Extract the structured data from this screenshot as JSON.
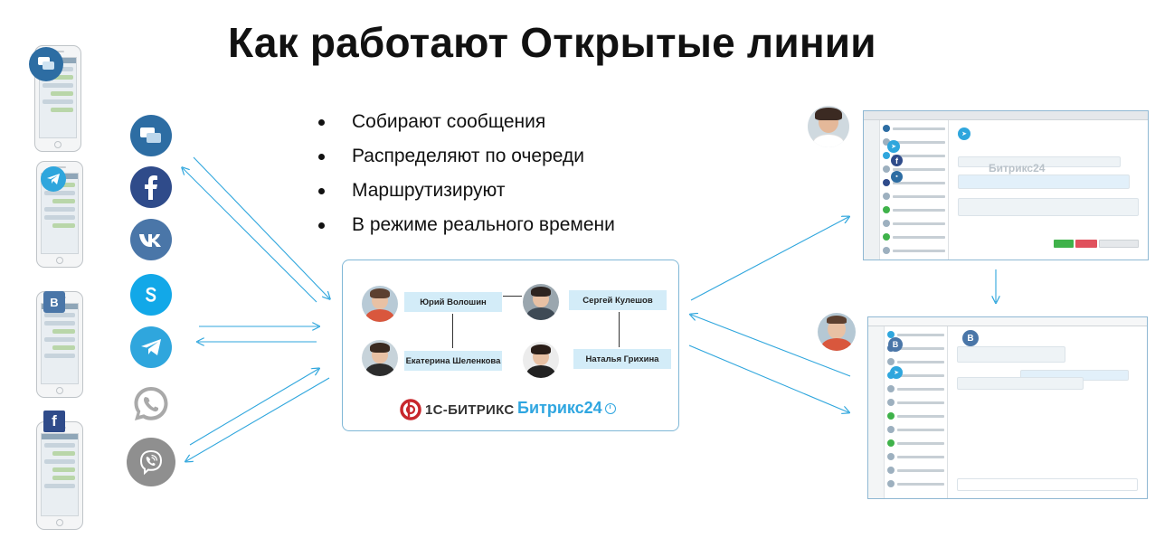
{
  "title": "Как работают Открытые линии",
  "bullets": [
    "Собирают сообщения",
    "Распределяют по очереди",
    "Маршрутизируют",
    "В режиме реального времени"
  ],
  "agents": [
    {
      "name": "Юрий Волошин"
    },
    {
      "name": "Сергей Кулешов"
    },
    {
      "name": "Екатерина Шеленкова"
    },
    {
      "name": "Наталья Грихина"
    }
  ],
  "logos": {
    "onec": "1С-БИТРИКС",
    "b24": "Битрикс24"
  },
  "channels": [
    {
      "icon": "open-chat-icon",
      "color": "#2d6da3"
    },
    {
      "icon": "facebook-icon",
      "color": "#2f4b8a"
    },
    {
      "icon": "vk-icon",
      "color": "#4a76a8"
    },
    {
      "icon": "skype-icon",
      "color": "#12a8e8"
    },
    {
      "icon": "telegram-icon",
      "color": "#2fa6dd"
    },
    {
      "icon": "whatsapp-icon",
      "color": "#a9a9a9"
    },
    {
      "icon": "viber-icon",
      "color": "#8f8f8f"
    }
  ],
  "phone_badges": [
    {
      "icon": "open-chat-icon",
      "color": "#2d6da3"
    },
    {
      "icon": "telegram-icon",
      "color": "#2fa6dd"
    },
    {
      "icon": "vk-icon",
      "color": "#4a76a8",
      "text": "B"
    },
    {
      "icon": "facebook-icon",
      "color": "#2f4b8a",
      "text": "f"
    }
  ],
  "app_screens": [
    {
      "watermark": "Битрикс24"
    },
    {
      "watermark": ""
    }
  ]
}
